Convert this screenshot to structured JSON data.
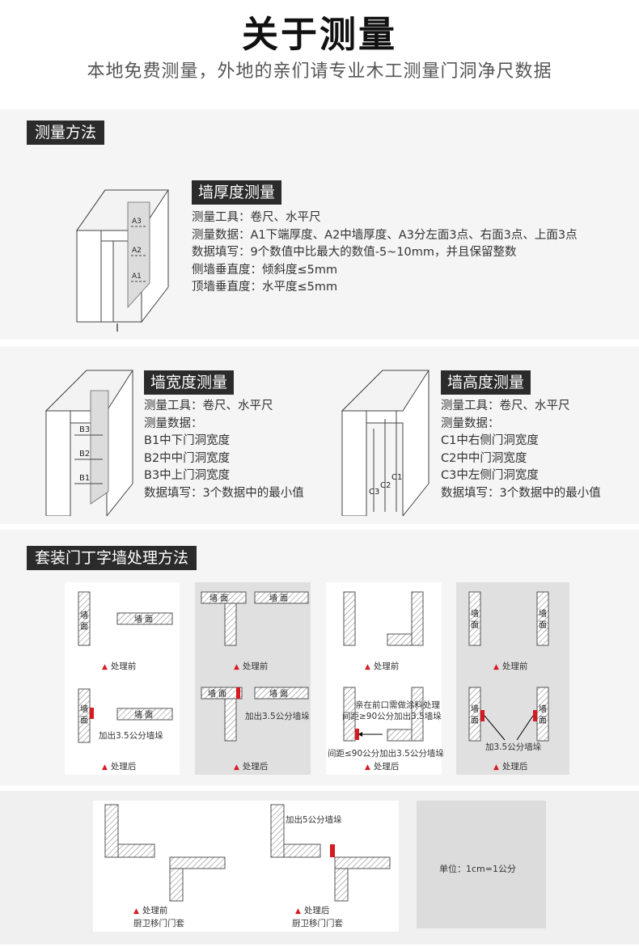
{
  "header": {
    "title": "关于测量",
    "subtitle": "本地免费测量，外地的亲们请专业木工测量门洞净尺数据"
  },
  "method": {
    "tag": "测量方法",
    "thickness": {
      "title": "墙厚度测量",
      "lines": [
        "测量工具：卷尺、水平尺",
        "测量数据：A1下端厚度、A2中墙厚度、A3分左面3点、右面3点、上面3点",
        "数据填写：9个数值中比最大的数值-5~10mm，并且保留整数",
        "侧墙垂直度：倾斜度≤5mm",
        "顶墙垂直度：水平度≤5mm"
      ],
      "marks": [
        "A3",
        "A2",
        "A1"
      ]
    },
    "width": {
      "title": "墙宽度测量",
      "lines": [
        "测量工具：卷尺、水平尺",
        "测量数据：",
        "B1中下门洞宽度",
        "B2中中门洞宽度",
        "B3中上门洞宽度",
        "数据填写：3个数据中的最小值"
      ],
      "marks": [
        "B3",
        "B2",
        "B1"
      ]
    },
    "height": {
      "title": "墙高度测量",
      "lines": [
        "测量工具：卷尺、水平尺",
        "测量数据：",
        "C1中右侧门洞宽度",
        "C2中中门洞宽度",
        "C3中左侧门洞宽度",
        "数据填写：3个数据中的最小值"
      ],
      "marks": [
        "C1",
        "C2",
        "C3"
      ]
    }
  },
  "tjunction": {
    "tag": "套装门丁字墙处理方法",
    "wall_label": "墙面",
    "before": "处理前",
    "after": "处理后",
    "add35": "加出3.5公分墙垛",
    "card3_note1": "亲在前口需做涂料处理",
    "card3_note2": "间距≥90公分加出3.5墙垛",
    "card3_note3": "间距≤90公分加出3.5公分墙垛",
    "card4_note": "加3.5公分墙垛"
  },
  "kitchen": {
    "before": "处理前",
    "after": "处理后",
    "name": "厨卫移门门套",
    "add5": "加出5公分墙垛",
    "unit": "单位：1cm=1公分"
  },
  "colors": {
    "accent": "#d71920",
    "tag_bg": "#2b2b2b",
    "panel_bg": "#f5f5f5"
  }
}
